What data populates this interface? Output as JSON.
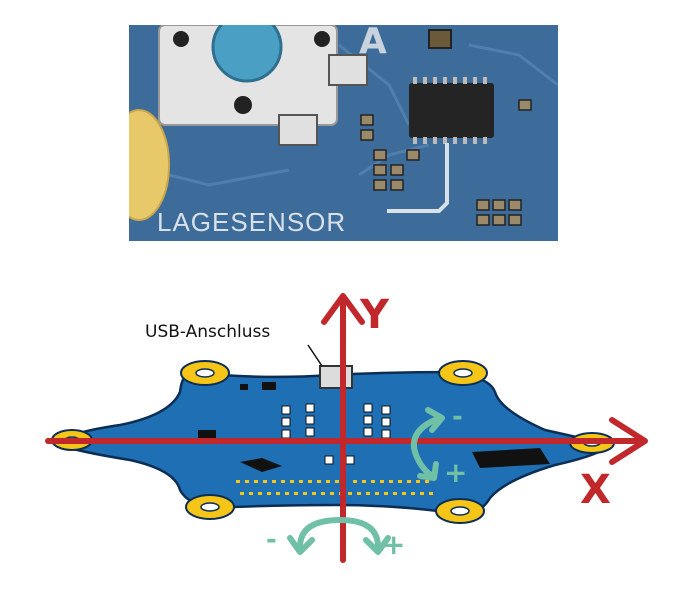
{
  "photo": {
    "sensor_label": "LAGESENSOR"
  },
  "diagram": {
    "usb_label": "USB-Anschluss",
    "y_axis_label": "Y",
    "x_axis_label": "X",
    "rotation_y_minus": "-",
    "rotation_y_plus": "+",
    "rotation_x_minus": "-",
    "rotation_x_plus": "+",
    "colors": {
      "axis": "#c0282c",
      "board": "#1f6fb5",
      "board_outline": "#0c2e55",
      "pads": "#f5c518",
      "rotation": "#6fc0a6",
      "pcb_photo": "#3a6a9a"
    }
  }
}
